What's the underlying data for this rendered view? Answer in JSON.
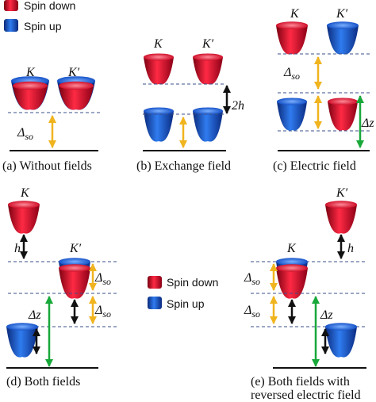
{
  "legend_top": {
    "spin_down": "Spin down",
    "spin_up": "Spin up"
  },
  "legend_mid": {
    "spin_down": "Spin down",
    "spin_up": "Spin up"
  },
  "valleys": {
    "K": "K",
    "Kp": "K′"
  },
  "symbols": {
    "dso_main": "Δ",
    "dso_sub": "so",
    "two_h": "2h",
    "dz": "Δz",
    "h": "h"
  },
  "panels": {
    "a": "(a) Without fields",
    "b": "(b) Exchange field",
    "c": "(c) Electric field",
    "d": "(d) Both fields",
    "e1": "(e) Both fields with",
    "e2": "reversed electric field"
  },
  "colors": {
    "spin_down": "#e0102a",
    "spin_up": "#1652c8",
    "arrow_so": "#f0b41e",
    "arrow_dz": "#18a83a",
    "arrow_h": "#111111",
    "dashed": "#3a4f8a"
  }
}
